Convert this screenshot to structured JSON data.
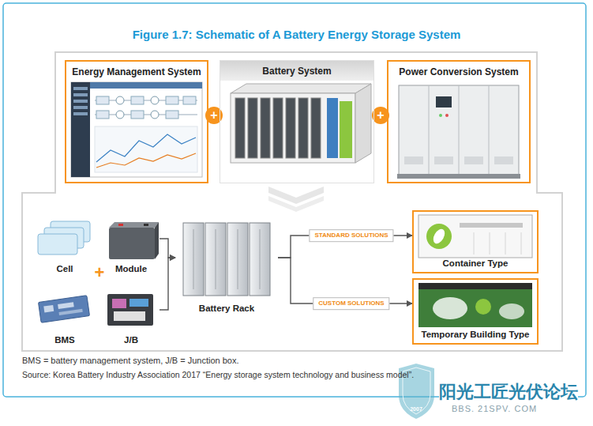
{
  "diagram": {
    "title": "Figure 1.7: Schematic of A Battery Energy Storage System",
    "nodes": [
      {
        "text": [
          "Energy Management System"
        ]
      },
      {
        "text": [
          "Battery System"
        ]
      },
      {
        "text": [
          "Power Conversion System"
        ]
      },
      {
        "text": [
          "Cell"
        ]
      },
      {
        "text": [
          "Module"
        ]
      },
      {
        "text": [
          "BMS"
        ]
      },
      {
        "text": [
          "J/B"
        ]
      },
      {
        "text": [
          "Battery Rack"
        ]
      },
      {
        "text": [
          "Container Type"
        ]
      },
      {
        "text": [
          "Temporary Building Type"
        ]
      }
    ],
    "edges": [
      {
        "from": 4,
        "to": 7,
        "arrow": "to"
      },
      {
        "from": 6,
        "to": 7,
        "arrow": "to"
      },
      {
        "from": 7,
        "to": 8,
        "label": "STANDARD SOLUTIONS",
        "arrow": "to"
      },
      {
        "from": 7,
        "to": 9,
        "label": "CUSTOM SOLUTIONS",
        "arrow": "to"
      }
    ],
    "labels": [
      "+",
      "+",
      "+",
      "BMS = battery management system, J/B = Junction box.",
      "Source: Korea Battery Industry Association 2017 “Energy storage system technology and business model”.",
      "2007",
      "阳光工匠光伏论坛",
      "BBS. 21SPV. COM"
    ]
  }
}
